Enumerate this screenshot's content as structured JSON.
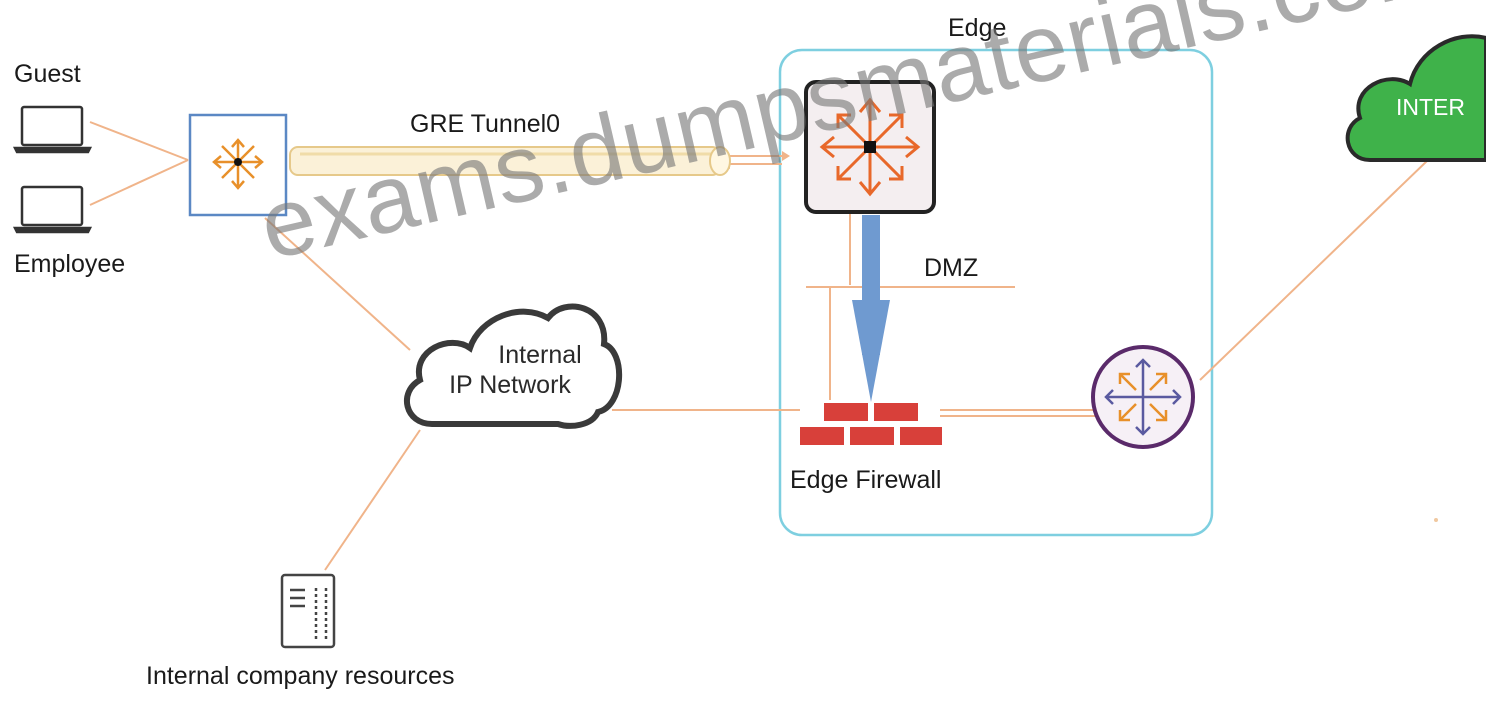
{
  "labels": {
    "guest": "Guest",
    "employee": "Employee",
    "gre_tunnel": "GRE Tunnel0",
    "edge": "Edge",
    "dmz": "DMZ",
    "edge_firewall": "Edge Firewall",
    "internal_resources": "Internal company resources",
    "internal_network_line1": "Internal",
    "internal_network_line2": "IP Network",
    "internet": "INTER"
  },
  "watermark": "exams.dumpsmaterials.com",
  "colors": {
    "link_line": "#f0b48a",
    "edge_border": "#7ecfe0",
    "switch_border": "#5b88c4",
    "switch_icon": "#e8902a",
    "edge_router_icon": "#e8682a",
    "firewall_brick": "#d8403a",
    "internet_cloud": "#3fb24a",
    "down_arrow": "#6f9ad0",
    "router_ring": "#5a2a6a",
    "tunnel": "#f2ddb0"
  },
  "icons": {
    "laptop": "laptop-icon",
    "switch": "switch-icon",
    "edge_router": "edge-router-icon",
    "firewall": "firewall-icon",
    "router": "router-icon",
    "cloud": "cloud-icon",
    "server": "server-icon"
  }
}
